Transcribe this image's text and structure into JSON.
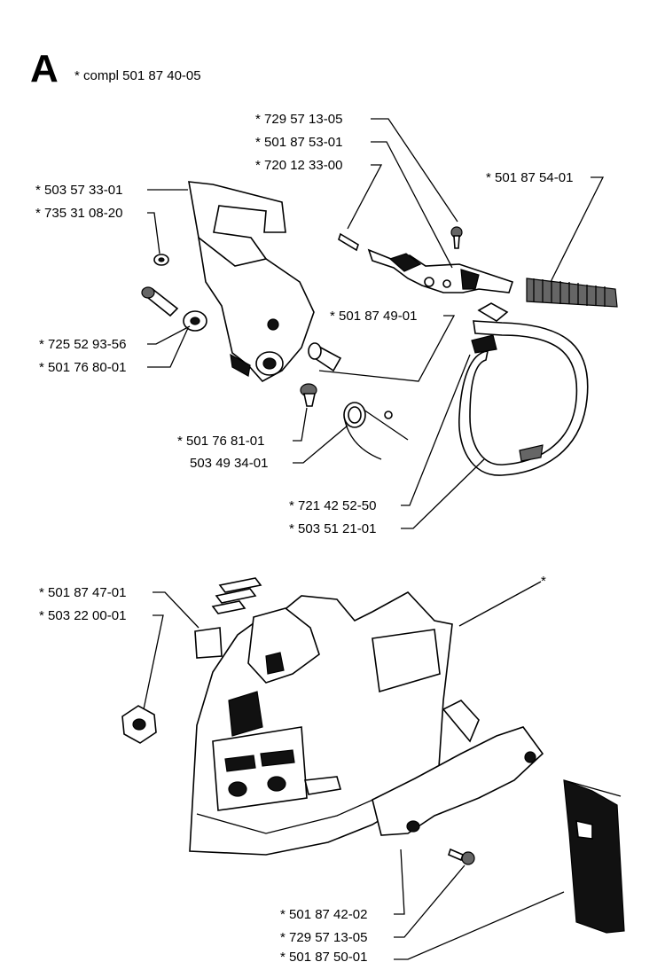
{
  "section_letter": "A",
  "assembly_note": "* compl 501 87 40-05",
  "top_group": {
    "screw_729_57_13_05": "* 729 57 13-05",
    "part_501_87_53_01": "* 501 87 53-01",
    "pin_720_12_33_00": "* 720 12 33-00",
    "spring_501_87_54_01": "* 501 87 54-01",
    "guard_503_57_33_01": "* 503 57 33-01",
    "ring_735_31_08_20": "* 735 31 08-20",
    "lever_501_87_49_01": "* 501 87 49-01",
    "screw_725_52_93_56": "* 725 52 93-56",
    "washer_501_76_80_01": "* 501 76 80-01",
    "screw_501_76_81_01": "* 501 76 81-01",
    "spring_503_49_34_01": "503 49 34-01",
    "band_721_42_52_50": "* 721 42 52-50",
    "band_503_51_21_01": "* 503 51 21-01"
  },
  "bottom_group": {
    "clip_501_87_47_01": "* 501 87 47-01",
    "nut_503_22_00_01": "* 503 22 00-01",
    "cover_star": "*",
    "plate_501_87_42_02": "* 501 87 42-02",
    "screw_729_57_13_05": "* 729 57 13-05",
    "cover_501_87_50_01": "* 501 87 50-01"
  }
}
